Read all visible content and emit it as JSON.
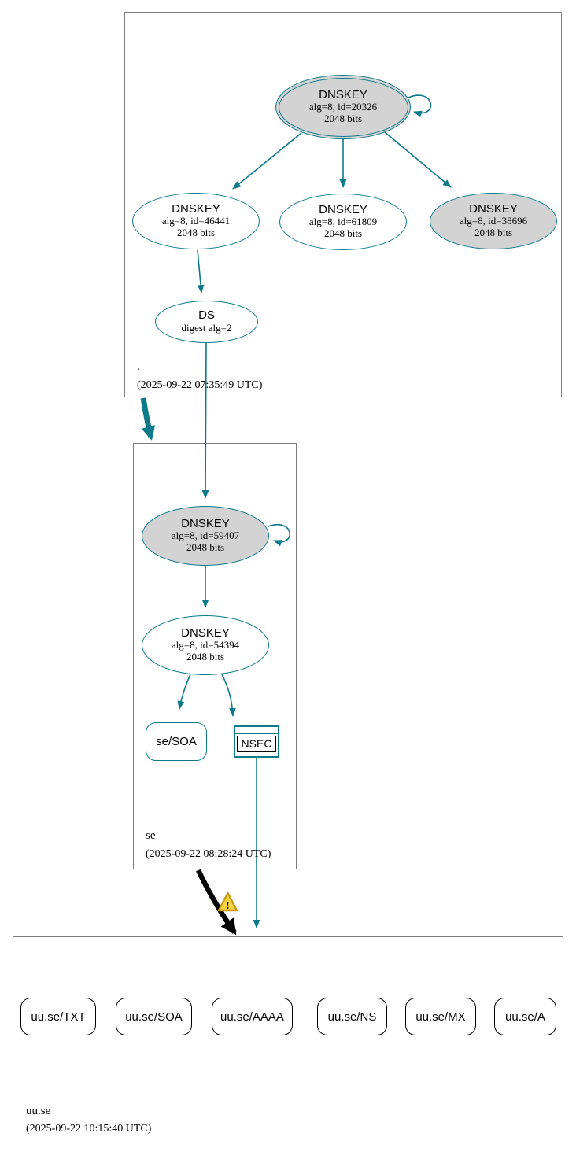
{
  "colors": {
    "edge_teal": "#0d7a8c",
    "node_fill_gray": "#d3d3d3",
    "node_fill_white": "#ffffff",
    "box_border": "#7d7d7d",
    "warning_fill": "#fad53f",
    "warning_border": "#c99a12",
    "bold_edge_black": "#000000"
  },
  "icons": {
    "warning_glyph": "!"
  },
  "zones": {
    "root": {
      "label": ".",
      "timestamp": "(2025-09-22 07:35:49 UTC)",
      "nodes": {
        "ksk": {
          "title": "DNSKEY",
          "detail1": "alg=8, id=20326",
          "detail2": "2048 bits"
        },
        "zsk1": {
          "title": "DNSKEY",
          "detail1": "alg=8, id=46441",
          "detail2": "2048 bits"
        },
        "zsk2": {
          "title": "DNSKEY",
          "detail1": "alg=8, id=61809",
          "detail2": "2048 bits"
        },
        "zsk3": {
          "title": "DNSKEY",
          "detail1": "alg=8, id=38696",
          "detail2": "2048 bits"
        },
        "ds": {
          "title": "DS",
          "detail1": "digest alg=2"
        }
      }
    },
    "se": {
      "label": "se",
      "timestamp": "(2025-09-22 08:28:24 UTC)",
      "nodes": {
        "ksk": {
          "title": "DNSKEY",
          "detail1": "alg=8, id=59407",
          "detail2": "2048 bits"
        },
        "zsk": {
          "title": "DNSKEY",
          "detail1": "alg=8, id=54394",
          "detail2": "2048 bits"
        },
        "soa": {
          "label": "se/SOA"
        },
        "nsec": {
          "label": "NSEC"
        }
      }
    },
    "uu_se": {
      "label": "uu.se",
      "timestamp": "(2025-09-22 10:15:40 UTC)",
      "rrsets": [
        {
          "label": "uu.se/TXT"
        },
        {
          "label": "uu.se/SOA"
        },
        {
          "label": "uu.se/AAAA"
        },
        {
          "label": "uu.se/NS"
        },
        {
          "label": "uu.se/MX"
        },
        {
          "label": "uu.se/A"
        }
      ]
    }
  }
}
